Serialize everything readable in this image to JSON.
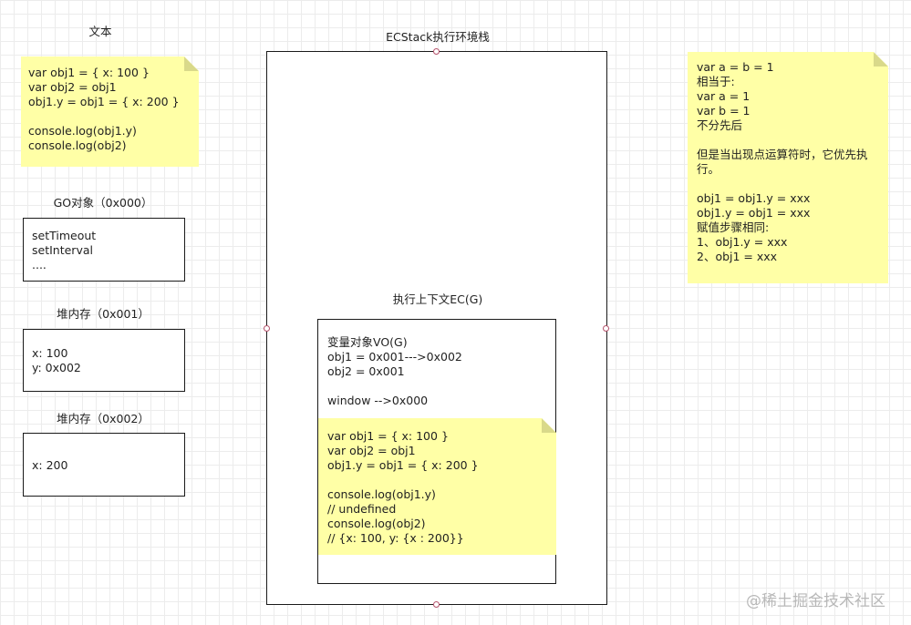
{
  "text_note": {
    "title": "文本",
    "lines": [
      "var obj1 = { x: 100 }",
      "var obj2 = obj1",
      "obj1.y = obj1 = { x: 200 }",
      "",
      "console.log(obj1.y)",
      "console.log(obj2)"
    ]
  },
  "go_object": {
    "title": "GO对象（0x000）",
    "lines": [
      "setTimeout",
      "setInterval",
      "...."
    ]
  },
  "heap_001": {
    "title": "堆内存（0x001）",
    "lines": [
      "x: 100",
      "y: 0x002"
    ]
  },
  "heap_002": {
    "title": "堆内存（0x002）",
    "lines": [
      "x: 200"
    ]
  },
  "ecstack": {
    "title": "ECStack执行环境栈"
  },
  "ec_global": {
    "title": "执行上下文EC(G)",
    "vo_lines": [
      "变量对象VO(G)",
      "obj1 = 0x001--->0x002",
      "obj2 = 0x001",
      "",
      "window -->0x000"
    ],
    "code_lines": [
      "var obj1 = { x: 100 }",
      "var obj2 = obj1",
      "obj1.y = obj1 = { x: 200 }",
      "",
      "console.log(obj1.y)",
      "// undefined",
      "console.log(obj2)",
      "// {x: 100, y: {x : 200}}"
    ]
  },
  "explain_note": {
    "lines": [
      "var a = b = 1",
      "相当于:",
      "var a = 1",
      "var b = 1",
      "不分先后",
      "",
      "但是当出现点运算符时，它优先执",
      "行。",
      "",
      "obj1 = obj1.y = xxx",
      "obj1.y = obj1 = xxx",
      "赋值步骤相同:",
      "1、obj1.y = xxx",
      "2、obj1 = xxx"
    ]
  },
  "watermark": "@稀土掘金技术社区",
  "colors": {
    "note_fill": "#ffffa6",
    "border": "#1a1a1a",
    "handle": "#b5526b"
  }
}
